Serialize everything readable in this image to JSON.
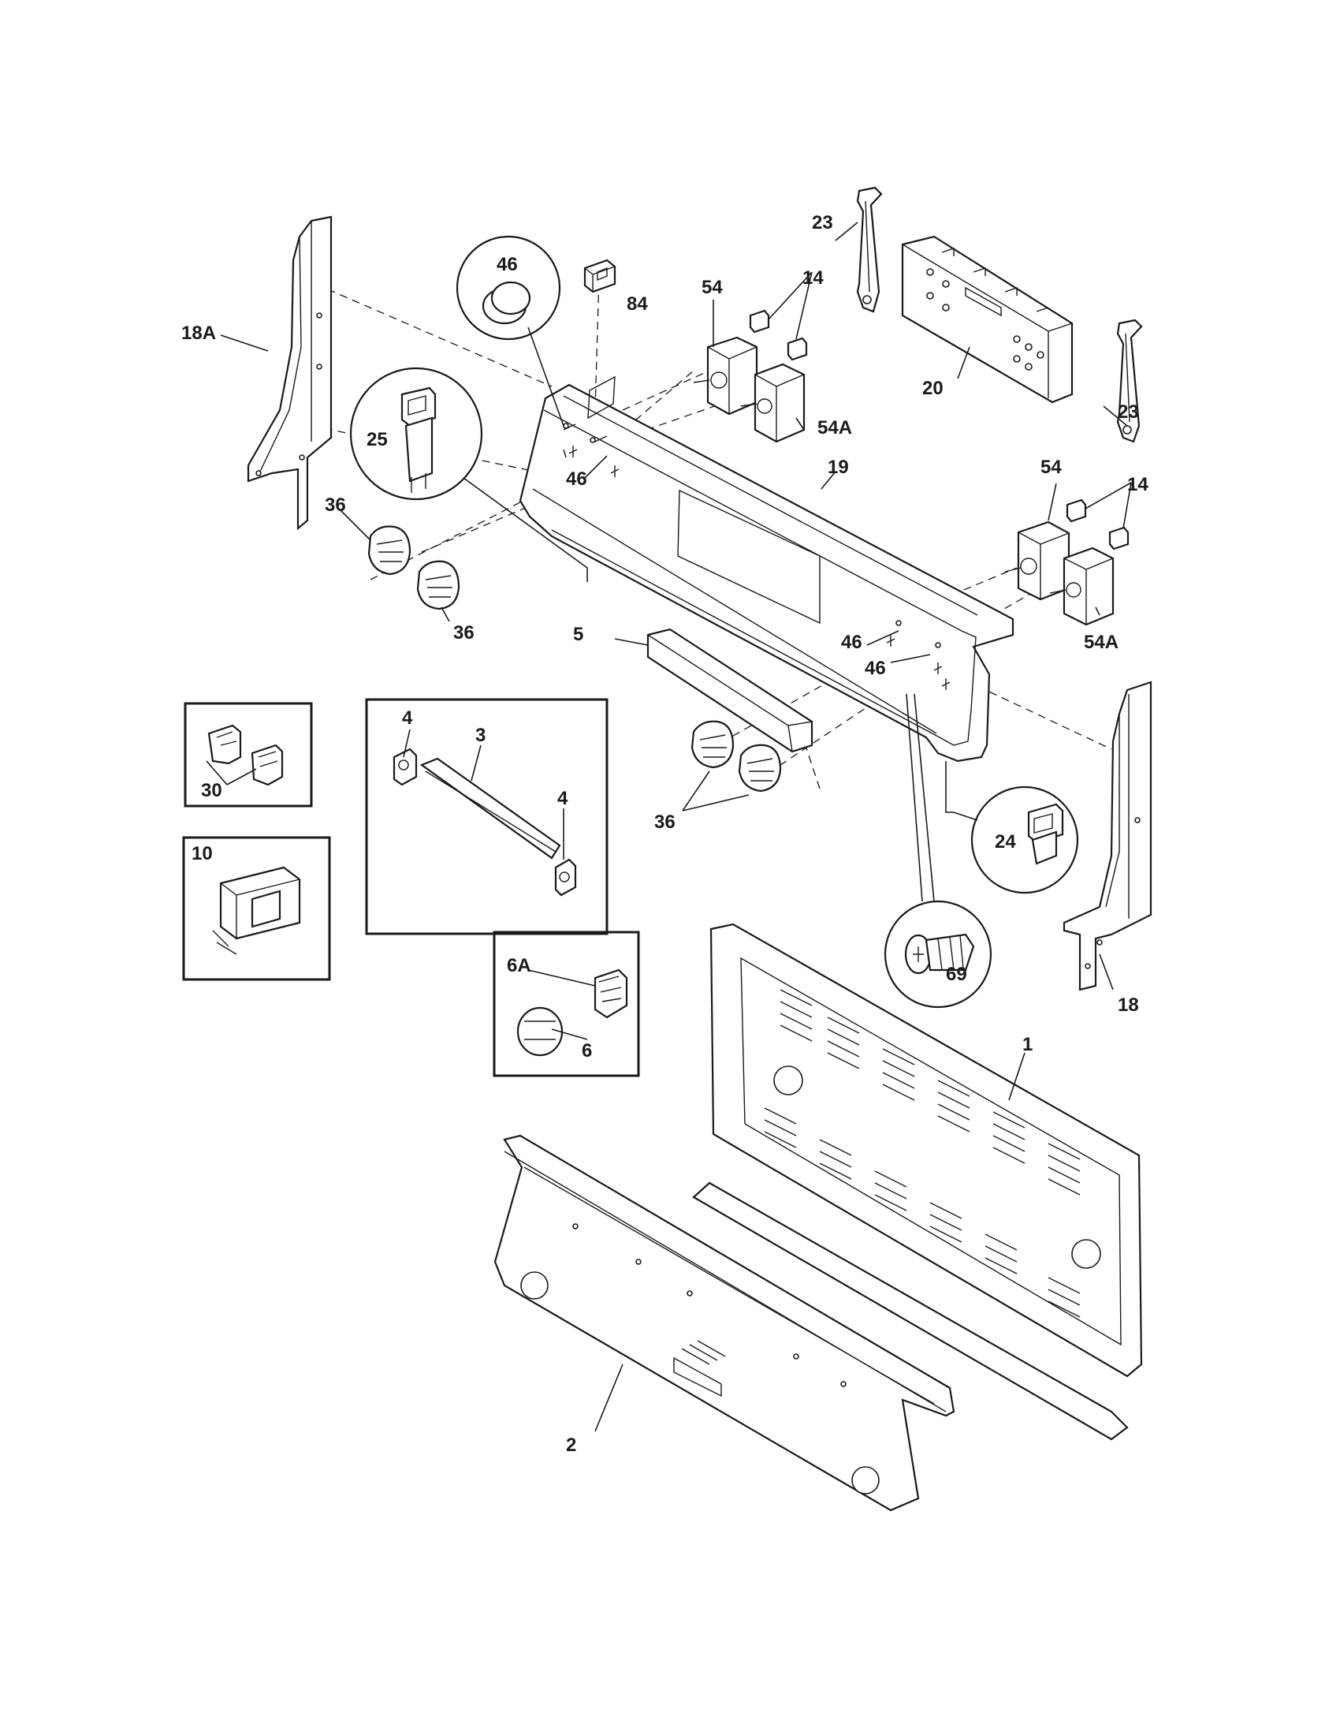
{
  "labels": {
    "p1": "1",
    "p2": "2",
    "p3": "3",
    "p4a": "4",
    "p4b": "4",
    "p5": "5",
    "p6": "6",
    "p6A": "6A",
    "p10": "10",
    "p14a": "14",
    "p14b": "14",
    "p18": "18",
    "p18A": "18A",
    "p19": "19",
    "p20": "20",
    "p23a": "23",
    "p23b": "23",
    "p24": "24",
    "p25": "25",
    "p30": "30",
    "p36a": "36",
    "p36b": "36",
    "p36c": "36",
    "p46a": "46",
    "p46b": "46",
    "p46c": "46",
    "p46d": "46",
    "p54a": "54",
    "p54b": "54",
    "p54Aa": "54A",
    "p54Ab": "54A",
    "p69": "69",
    "p84": "84"
  }
}
